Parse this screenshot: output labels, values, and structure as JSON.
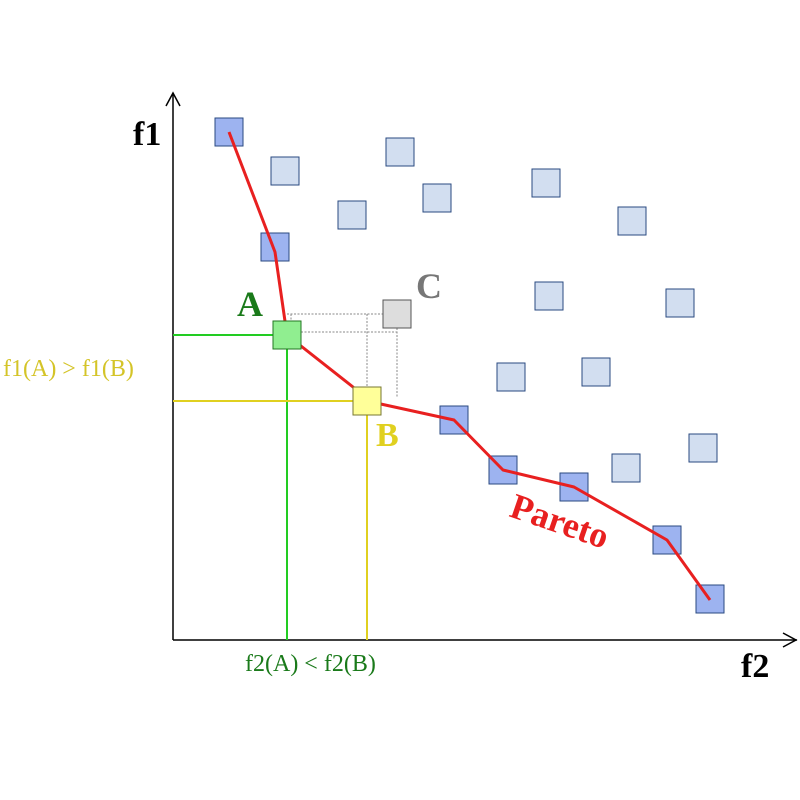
{
  "axes": {
    "y_label": "f1",
    "x_label": "f2"
  },
  "labels": {
    "point_a": "A",
    "point_b": "B",
    "point_c": "C",
    "pareto": "Pareto",
    "f1_comparison": "f1(A) > f1(B)",
    "f2_comparison": "f2(A) < f2(B)"
  },
  "colors": {
    "pareto_fill": "#9db3f0",
    "dominated_fill": "#d2def0",
    "square_stroke": "#2a4a80",
    "pareto_line": "#e82020",
    "point_a_fill": "#90ee90",
    "point_a_line": "#22cc22",
    "point_b_fill": "#ffff99",
    "point_b_line": "#e0d020",
    "point_c_fill": "#dddddd",
    "point_c_label": "#777777",
    "label_a": "#1a7a1a",
    "label_b": "#e0d020",
    "f2_comparison": "#1a7a1a",
    "f1_comparison": "#d4c428"
  }
}
